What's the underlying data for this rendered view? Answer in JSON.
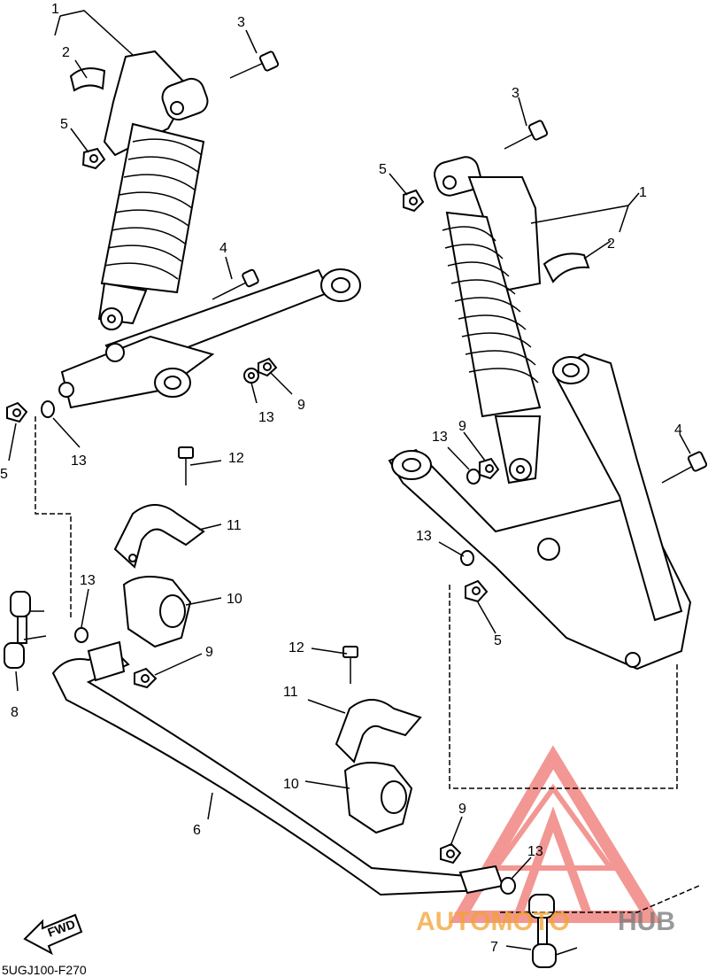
{
  "diagram_code": "5UGJ100-F270",
  "fwd_label": "FWD",
  "watermark": {
    "text_a": "AUTOMOTO",
    "text_b": "HUB",
    "color_red": "#e8433c",
    "color_orange": "#f2a233"
  },
  "callouts": [
    {
      "id": "c1a",
      "text": "1"
    },
    {
      "id": "c2a",
      "text": "2"
    },
    {
      "id": "c3a",
      "text": "3"
    },
    {
      "id": "c5a",
      "text": "5"
    },
    {
      "id": "c4a",
      "text": "4"
    },
    {
      "id": "c13a",
      "text": "13"
    },
    {
      "id": "c9a",
      "text": "9"
    },
    {
      "id": "c5b",
      "text": "5"
    },
    {
      "id": "c13b",
      "text": "13"
    },
    {
      "id": "c12a",
      "text": "12"
    },
    {
      "id": "c11a",
      "text": "11"
    },
    {
      "id": "c10a",
      "text": "10"
    },
    {
      "id": "c13c",
      "text": "13"
    },
    {
      "id": "c9b",
      "text": "9"
    },
    {
      "id": "c8",
      "text": "8"
    },
    {
      "id": "c3b",
      "text": "3"
    },
    {
      "id": "c5c",
      "text": "5"
    },
    {
      "id": "c1b",
      "text": "1"
    },
    {
      "id": "c2b",
      "text": "2"
    },
    {
      "id": "c13d",
      "text": "13"
    },
    {
      "id": "c9c",
      "text": "9"
    },
    {
      "id": "c4b",
      "text": "4"
    },
    {
      "id": "c13e",
      "text": "13"
    },
    {
      "id": "c5d",
      "text": "5"
    },
    {
      "id": "c12b",
      "text": "12"
    },
    {
      "id": "c11b",
      "text": "11"
    },
    {
      "id": "c10b",
      "text": "10"
    },
    {
      "id": "c6",
      "text": "6"
    },
    {
      "id": "c9d",
      "text": "9"
    },
    {
      "id": "c13f",
      "text": "13"
    },
    {
      "id": "c7",
      "text": "7"
    }
  ]
}
